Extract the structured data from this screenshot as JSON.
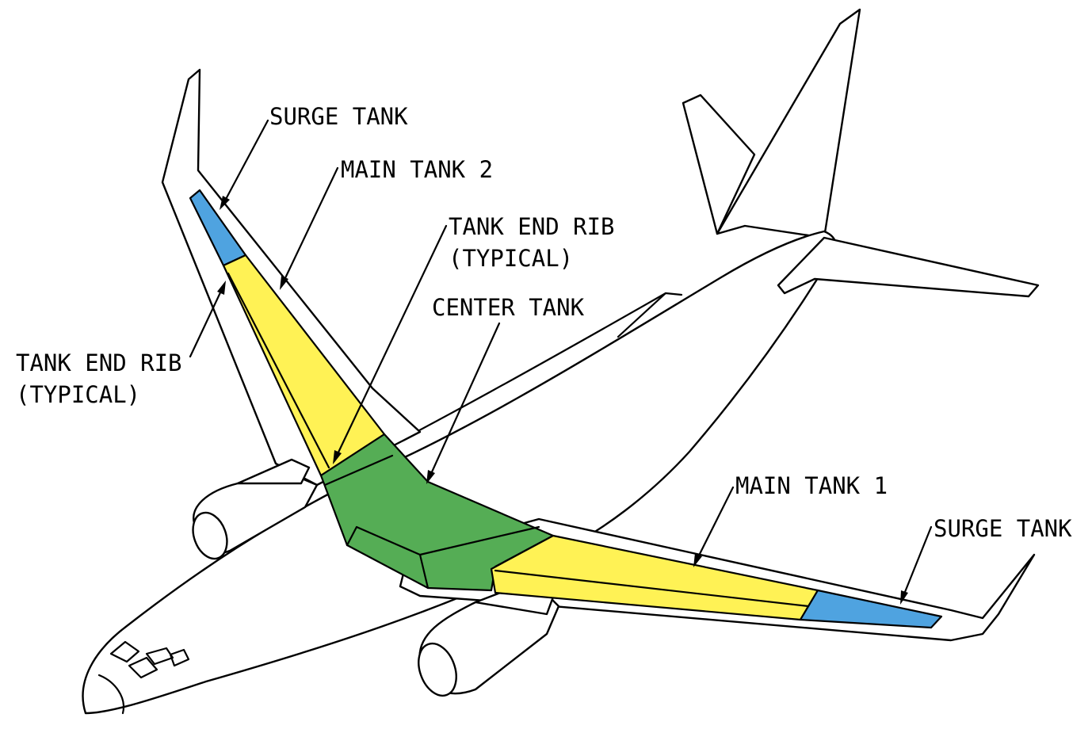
{
  "colors": {
    "surge_tank": "#4fa3e0",
    "main_tank": "#fff255",
    "center_tank": "#55ad55",
    "outline": "#000000",
    "background": "#ffffff"
  },
  "labels": {
    "surge_tank_left": "SURGE TANK",
    "main_tank_2": "MAIN TANK 2",
    "tank_end_rib_upper_line1": "TANK END RIB",
    "tank_end_rib_upper_line2": "(TYPICAL)",
    "center_tank": "CENTER TANK",
    "tank_end_rib_left_line1": "TANK END RIB",
    "tank_end_rib_left_line2": "(TYPICAL)",
    "main_tank_1": "MAIN TANK 1",
    "surge_tank_right": "SURGE TANK"
  }
}
